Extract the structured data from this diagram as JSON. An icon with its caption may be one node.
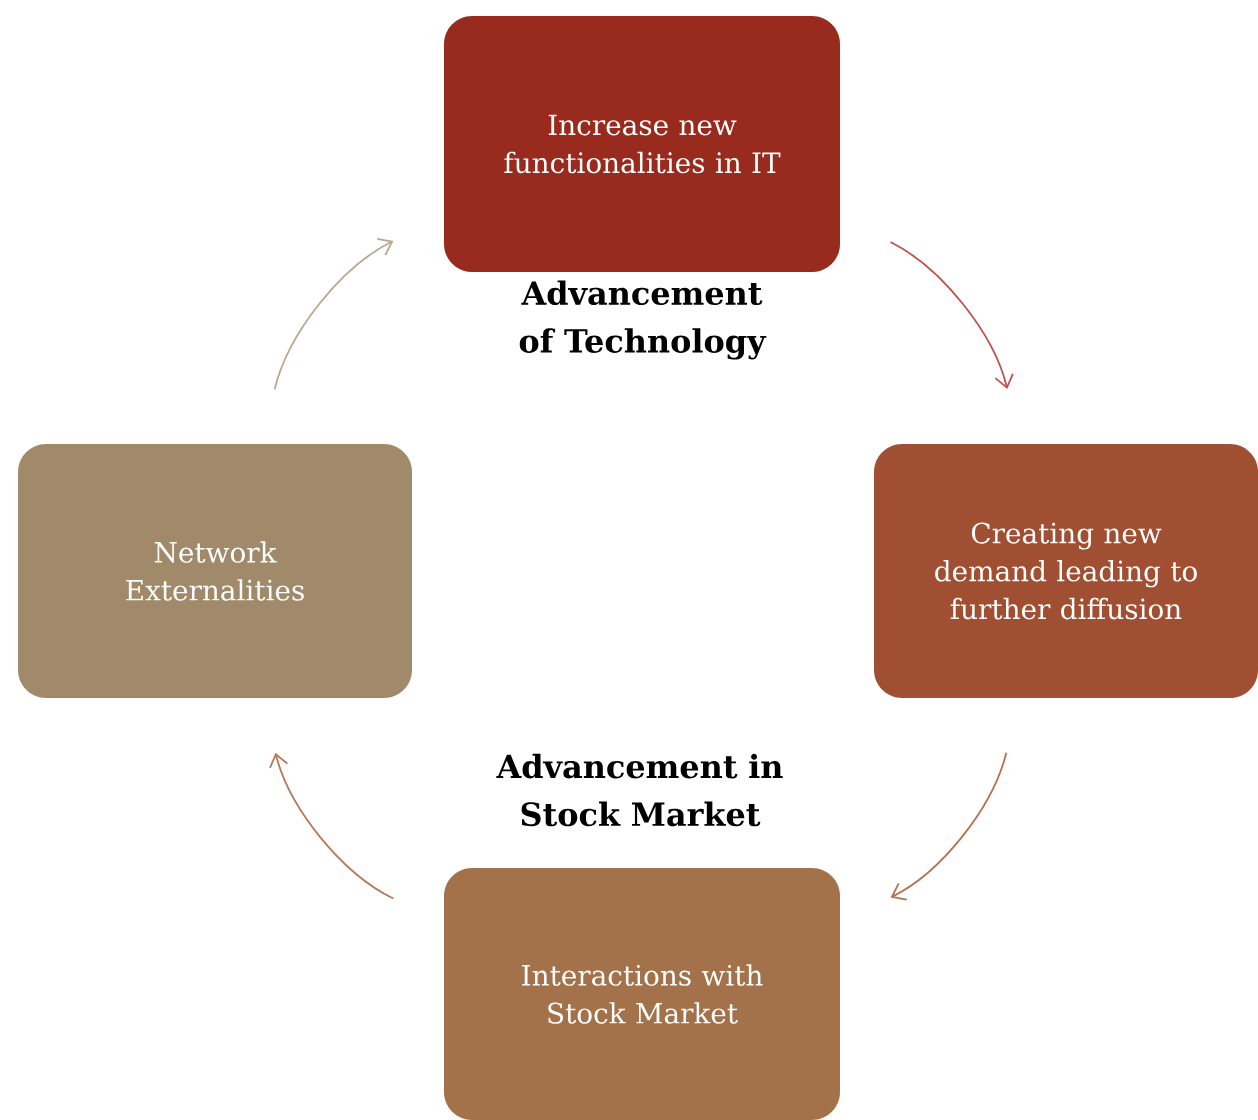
{
  "diagram": {
    "nodes": [
      {
        "text": [
          "Increase new functionalities in IT"
        ]
      },
      {
        "text": [
          "Creating new demand leading to further diffusion"
        ]
      },
      {
        "text": [
          "Interactions with Stock Market"
        ]
      },
      {
        "text": [
          "Network Externalities"
        ]
      }
    ],
    "edges": [
      {
        "from": 0,
        "to": 1,
        "arrow": "to",
        "color": "#c0504d"
      },
      {
        "from": 1,
        "to": 2,
        "arrow": "to",
        "color": "#b3714f"
      },
      {
        "from": 2,
        "to": 3,
        "arrow": "to",
        "color": "#b7795a"
      },
      {
        "from": 3,
        "to": 0,
        "arrow": "to",
        "color": "#b9a88b"
      }
    ],
    "labels": [
      "Advancement of Technology",
      "Advancement in Stock Market"
    ]
  }
}
